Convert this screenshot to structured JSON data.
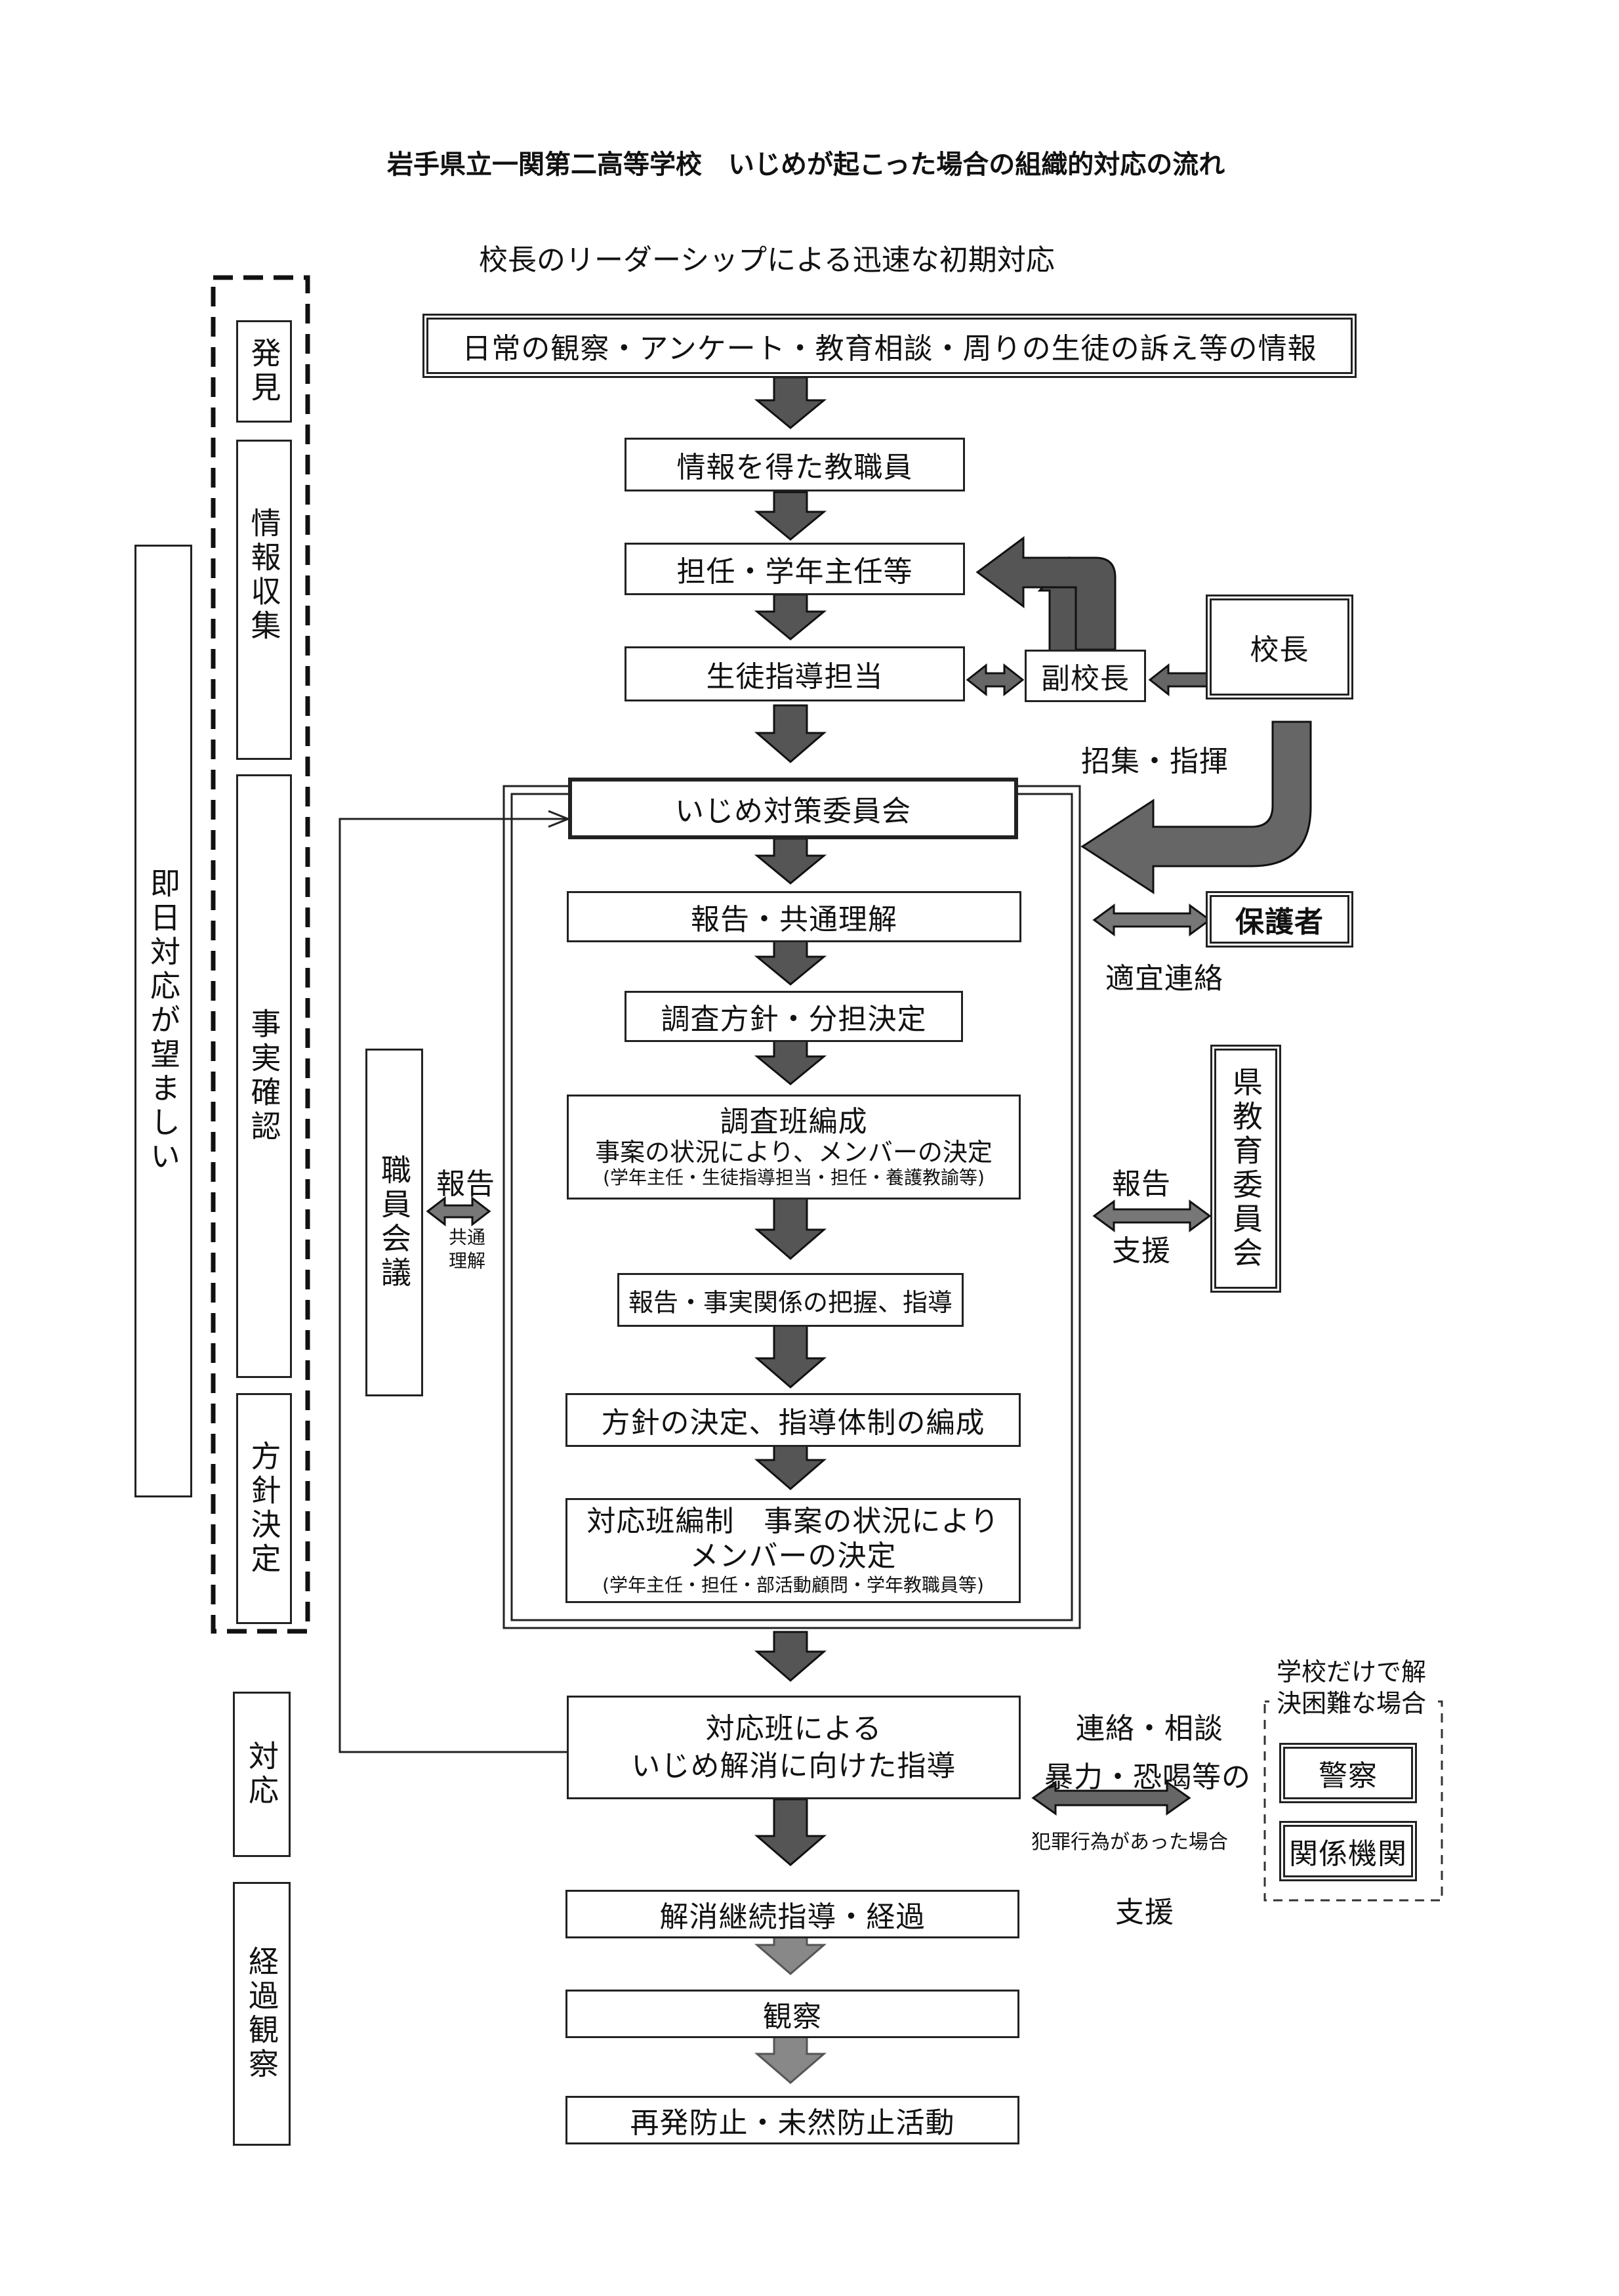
{
  "title": "岩手県立一関第二高等学校　いじめが起こった場合の組織的対応の流れ",
  "subtitle": "校長のリーダーシップによる迅速な初期対応",
  "phases": {
    "discovery": "発見",
    "info_gathering": "情報収集",
    "fact_finding": "事実確認",
    "policy_decision": "方針決定",
    "response": "対応",
    "monitoring": "経過観察",
    "same_day": "即日対応が望ましい"
  },
  "flow": {
    "info_sources": "日常の観察・アンケート・教育相談・周りの生徒の訴え等の情報",
    "staff_received": "情報を得た教職員",
    "homeroom": "担任・学年主任等",
    "guidance": "生徒指導担当",
    "vice_principal": "副校長",
    "principal": "校長",
    "convene": "招集・指揮",
    "committee": "いじめ対策委員会",
    "report_share": "報告・共通理解",
    "policy_assign": "調査方針・分担決定",
    "team_title": "調査班編成",
    "team_line2": "事案の状況により、メンバーの決定",
    "team_line3": "(学年主任・生徒指導担当・担任・養護教諭等)",
    "grasp": "報告・事実関係の把握、指導",
    "policy_system": "方針の決定、指導体制の編成",
    "resp_line1": "対応班編制　事案の状況により",
    "resp_line2": "メンバーの決定",
    "resp_line3": "(学年主任・担任・部活動顧問・学年教職員等)",
    "resolve_line1": "対応班による",
    "resolve_line2": "いじめ解消に向けた指導",
    "continue": "解消継続指導・経過",
    "observe": "観察",
    "prevent": "再発防止・未然防止活動"
  },
  "side": {
    "staff_meeting": "職員会議",
    "report": "報告",
    "shared_understanding": "共通理解",
    "guardians": "保護者",
    "contact_as_needed": "適宜連絡",
    "prefecture_board": "県教育委員会",
    "report_right": "報告",
    "support_right": "支援",
    "liaison": "連絡・相談",
    "violence": "暴力・恐喝等の",
    "crime": "犯罪行為があった場合",
    "support_bottom": "支援",
    "hard_case": "学校だけで解決困難な場合",
    "police": "警察",
    "agencies": "関係機関"
  }
}
